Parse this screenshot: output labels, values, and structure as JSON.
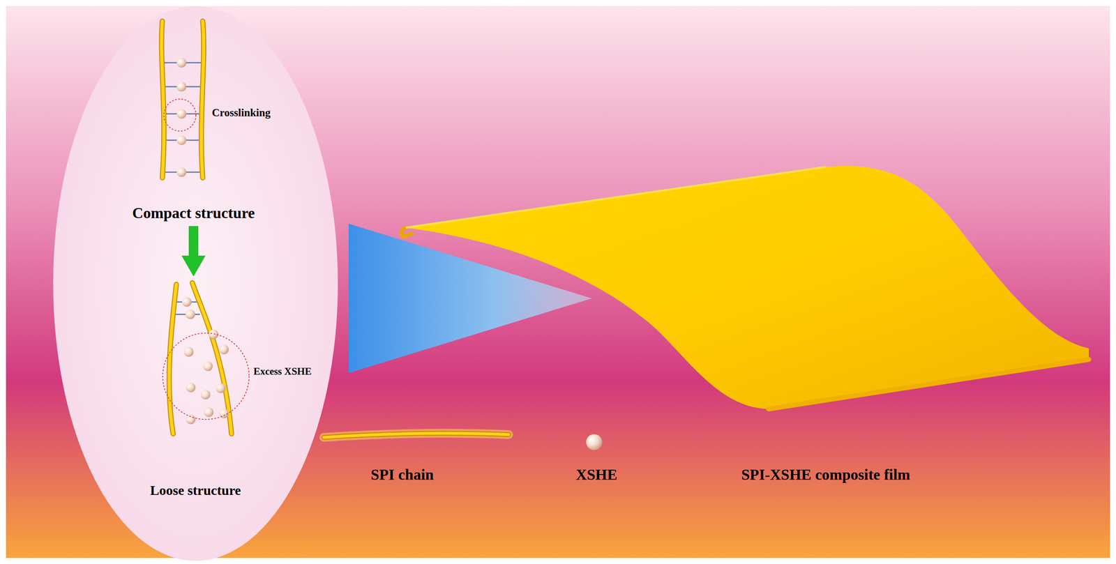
{
  "diagram": {
    "labels": [
      "Crosslinking",
      "Compact structure",
      "Excess XSHE",
      "Loose structure",
      "SPI-XSHE composite film"
    ],
    "legend": [
      {
        "text": "SPI chain"
      },
      {
        "text": "XSHE"
      }
    ]
  }
}
